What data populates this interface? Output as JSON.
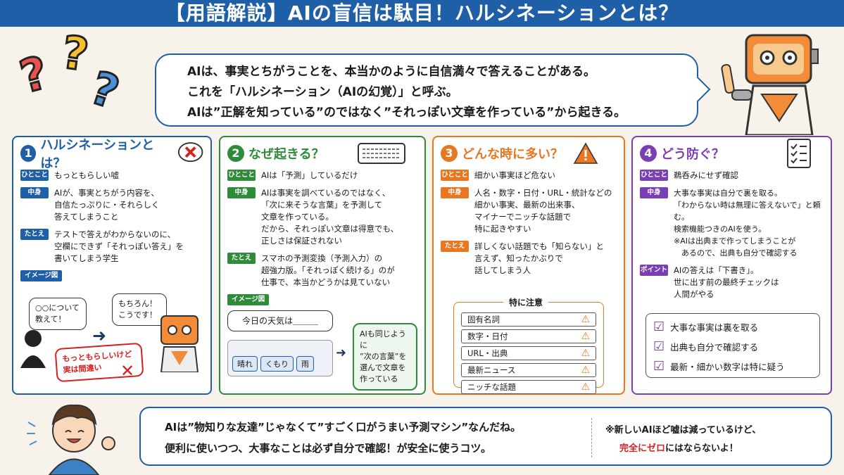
{
  "header": {
    "title": "【用語解説】AIの盲信は駄目！ハルシネーションとは？"
  },
  "intro": {
    "line1": "AIは、事実とちがうことを、本当かのように自信満々で答えることがある。",
    "line2": "これを「ハルシネーション（AIの幻覚）」と呼ぶ。",
    "line3": "AIは”正解を知っている”のではなく”それっぽい文章を作っている”から起きる。"
  },
  "panel1": {
    "num": "1",
    "title": "ハルシネーションとは？",
    "tag1": "ひとこと",
    "text1": "もっともらしい嘘",
    "tag2": "中身",
    "text2": "AIが、事実とちがう内容を、\n自信たっぷりに・それらしく\n答えてしまうこと",
    "tag3": "たとえ",
    "text3": "テストで答えがわからないのに、\n空欄にできず「それっぽい答え」を\n書いてしまう学生",
    "imgtag": "イメージ図",
    "bubble_user": "○○について\n教えて！",
    "bubble_ai": "もちろん！\nこうです！",
    "note": "もっともらしいけど\n実は間違い"
  },
  "panel2": {
    "num": "2",
    "title": "なぜ起きる？",
    "tag1": "ひとこと",
    "text1": "AIは「予測」しているだけ",
    "tag2": "中身",
    "text2": "AIは事実を調べているのではなく、\n「次に来そうな言葉」を予測して\n文章を作っている。\nだから、それっぽい文章は得意でも、\n正しさは保証されない",
    "tag3": "たとえ",
    "text3": "スマホの予測変換（予測入力）の\n超強力版。「それっぽく続ける」のが\n仕事で、本当かどうかは見ていない",
    "imgtag": "イメージ図",
    "weather": "今日の天気は＿＿＿",
    "keys": [
      "晴れ",
      "くもり",
      "雨"
    ],
    "note": "AIも同じように\n”次の言葉”を\n選んで文章を\n作っている"
  },
  "panel3": {
    "num": "3",
    "title": "どんな時に多い？",
    "tag1": "ひとこと",
    "text1": "細かい事実ほど危ない",
    "tag2": "中身",
    "text2": "人名・数字・日付・URL・統計などの\n細かい事実、最新の出来事、\nマイナーでニッチな話題で\n特に起きやすい",
    "tag3": "たとえ",
    "text3": "詳しくない話題でも「知らない」と\n言えず、知ったかぶりで\n話してしまう人",
    "caution_title": "特に注意",
    "caution_items": [
      "固有名詞",
      "数字・日付",
      "URL・出典",
      "最新ニュース",
      "ニッチな話題"
    ]
  },
  "panel4": {
    "num": "4",
    "title": "どう防ぐ？",
    "tag1": "ひとこと",
    "text1": "鵜呑みにせず確認",
    "tag2": "中身",
    "text2": "大事な事実は自分で裏を取る。\n「わからない時は無理に答えないで」と頼む。\n検索機能つきのAIを使う。\n※AIは出典まで作ってしまうことが\n　あるので、出典も自分で確認する",
    "tag3": "ポイント",
    "text3": "AIの答えは「下書き」。\n世に出す前の最終チェックは\n人間がやる",
    "checks": [
      "大事な事実は裏を取る",
      "出典も自分で確認する",
      "最新・細かい数字は特に疑う"
    ]
  },
  "bottom": {
    "line1": "AIは”物知りな友達”じゃなくて”すごく口がうまい予測マシン”なんだね。",
    "line2": "便利に使いつつ、大事なことは必ず自分で確認！が安全に使うコツ。",
    "note1": "※新しいAIほど嘘は減っているけど、",
    "note2_red": "完全にゼロ",
    "note2_rest": "にはならないよ！"
  },
  "colors": {
    "blue": "#1f5fa8",
    "green": "#2e8b3a",
    "orange": "#e87722",
    "purple": "#7b3fb5",
    "red": "#d42020"
  }
}
